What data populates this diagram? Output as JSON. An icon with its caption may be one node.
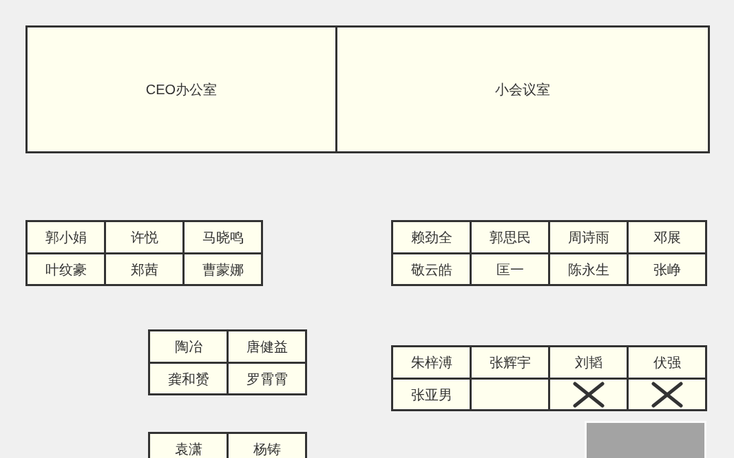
{
  "diagram": {
    "nodes": [
      {
        "text": [
          "CEO办公室"
        ]
      },
      {
        "text": [
          "小会议室"
        ]
      },
      {
        "text": [
          "郭小娟"
        ]
      },
      {
        "text": [
          "许悦"
        ]
      },
      {
        "text": [
          "马晓鸣"
        ]
      },
      {
        "text": [
          "叶纹豪"
        ]
      },
      {
        "text": [
          "郑茜"
        ]
      },
      {
        "text": [
          "曹蒙娜"
        ]
      },
      {
        "text": [
          "赖劲全"
        ]
      },
      {
        "text": [
          "郭思民"
        ]
      },
      {
        "text": [
          "周诗雨"
        ]
      },
      {
        "text": [
          "邓展"
        ]
      },
      {
        "text": [
          "敬云皓"
        ]
      },
      {
        "text": [
          "匡一"
        ]
      },
      {
        "text": [
          "陈永生"
        ]
      },
      {
        "text": [
          "张峥"
        ]
      },
      {
        "text": [
          "陶冶"
        ]
      },
      {
        "text": [
          "唐健益"
        ]
      },
      {
        "text": [
          "龚和赟"
        ]
      },
      {
        "text": [
          "罗霄霄"
        ]
      },
      {
        "text": [
          "朱梓溥"
        ]
      },
      {
        "text": [
          "张辉宇"
        ]
      },
      {
        "text": [
          "刘韬"
        ]
      },
      {
        "text": [
          "伏强"
        ]
      },
      {
        "text": [
          "张亚男"
        ]
      },
      {
        "text": [],
        "shape": "box"
      },
      {
        "text": [],
        "shape": "box"
      },
      {
        "text": [],
        "shape": "box"
      },
      {
        "text": [],
        "shape": "box"
      },
      {
        "text": [
          "袁潇"
        ]
      },
      {
        "text": [
          "杨铸"
        ]
      }
    ]
  }
}
